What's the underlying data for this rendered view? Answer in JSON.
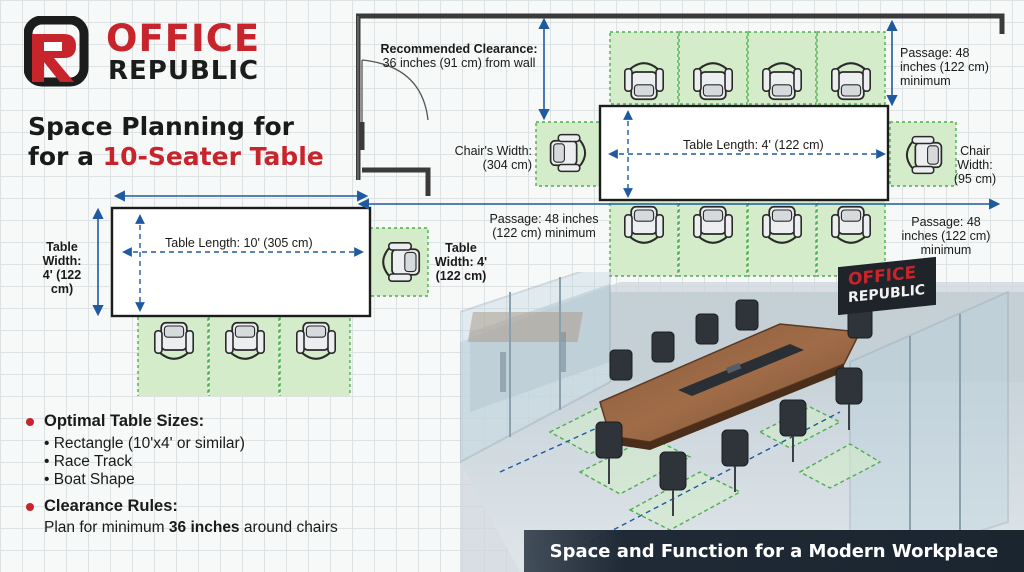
{
  "brand": {
    "line1": "OFFICE",
    "line2": "REPUBLIC",
    "sign_line1": "OFFICE",
    "sign_line2": "REPUBLIC"
  },
  "colors": {
    "accent": "#c8242b",
    "dark": "#1c1c1c",
    "seat_zone": "#d4ecc9",
    "seat_border": "#4fae4f",
    "dimension": "#1f5aa0",
    "banner": "#1f2a36"
  },
  "headline": {
    "line1": "Space Planning for",
    "line2_prefix": "for a ",
    "line2_highlight": "10-Seater Table"
  },
  "left_plan": {
    "table_length": "Table Length: 10' (305 cm)",
    "table_width": "Table Width: 4' (122 cm)",
    "table_width_right": "Table Width: 4' (122 cm)"
  },
  "right_plan": {
    "recommended_clearance_title": "Recommended Clearance:",
    "recommended_clearance_value": "36 inches (91 cm) from wall",
    "passage_top": "Passage: 48 inches (122 cm) minimum",
    "chairs_width": "Chair's Width: (304 cm)",
    "chair_width": "Chair Width: (95 cm)",
    "table_length": "Table Length: 4' (122 cm)",
    "passage_bottom_left": "Passage: 48 inches (122 cm) minimum",
    "passage_bottom_right": "Passage: 48 inches (122 cm) minimum"
  },
  "info": {
    "optimal_title": "Optimal Table Sizes:",
    "optimal_items": [
      "Rectangle (10'x4' or similar)",
      "Race Track",
      "Boat Shape"
    ],
    "clearance_title": "Clearance Rules:",
    "clearance_prefix": "Plan for minimum ",
    "clearance_bold": "36 inches",
    "clearance_suffix": " around chairs"
  },
  "banner": "Space and Function for a Modern Workplace"
}
